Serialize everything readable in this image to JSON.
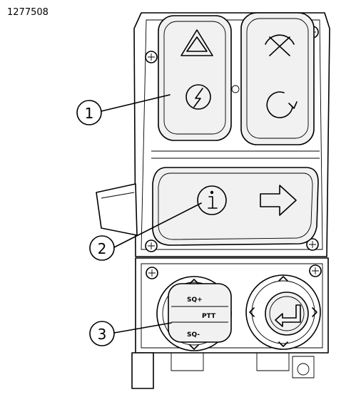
{
  "figure_id": "1277508",
  "callouts": [
    {
      "number": "1"
    },
    {
      "number": "2"
    },
    {
      "number": "3"
    }
  ],
  "joystick_labels": {
    "top": "SQ+",
    "middle": "PTT",
    "bottom": "SQ-"
  }
}
